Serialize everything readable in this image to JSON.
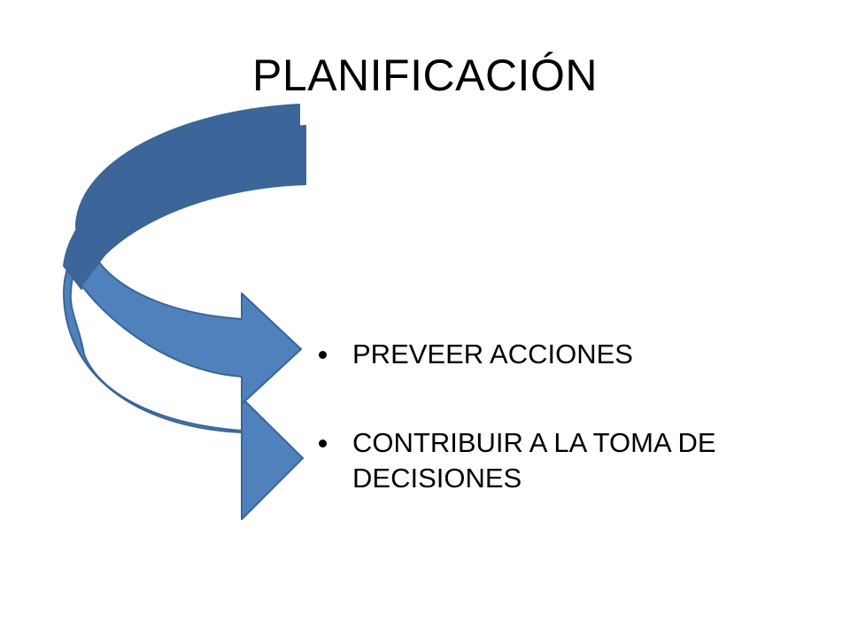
{
  "slide": {
    "title": "PLANIFICACIÓN",
    "bullets": [
      {
        "text": "PREVEER ACCIONES"
      },
      {
        "text": "CONTRIBUIR A LA TOMA DE DECISIONES"
      }
    ]
  },
  "colors": {
    "arrow_front": "#4f81bd",
    "arrow_back": "#3c669a",
    "arrow_outline": "#3a6696",
    "text": "#000000",
    "background": "#ffffff"
  },
  "icons": {
    "arrow_1": "curved-arrow-right",
    "arrow_2": "curved-arrow-right",
    "bullet": "bullet-dot"
  }
}
